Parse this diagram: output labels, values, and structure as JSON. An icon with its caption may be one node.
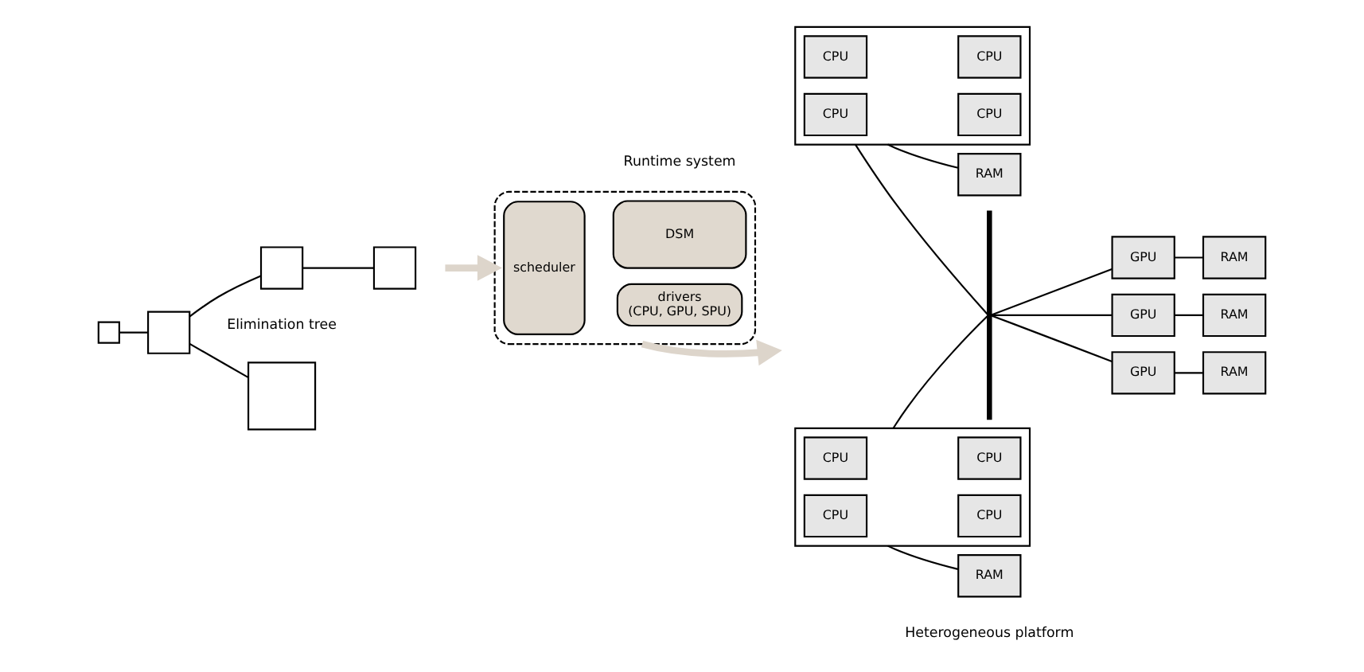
{
  "diagram": {
    "nodes": [
      {
        "text": [],
        "shape": "box"
      },
      {
        "text": [],
        "shape": "box"
      },
      {
        "text": [],
        "shape": "box"
      },
      {
        "text": [],
        "shape": "box"
      },
      {
        "text": [],
        "shape": "box"
      },
      {
        "text": [],
        "shape": "box"
      },
      {
        "text": [
          "scheduler"
        ],
        "in": 5
      },
      {
        "text": [
          "drivers",
          "(CPU, GPU, SPU)"
        ],
        "in": 5
      },
      {
        "text": [
          "DSM"
        ],
        "in": 5
      },
      {
        "text": [],
        "shape": "box"
      },
      {
        "text": [
          "CPU"
        ],
        "in": 9
      },
      {
        "text": [
          "CPU"
        ],
        "in": 9
      },
      {
        "text": [
          "CPU"
        ],
        "in": 9
      },
      {
        "text": [
          "CPU"
        ],
        "in": 9
      },
      {
        "text": [
          "RAM"
        ]
      },
      {
        "text": [],
        "shape": "box"
      },
      {
        "text": [
          "CPU"
        ],
        "in": 15
      },
      {
        "text": [
          "CPU"
        ],
        "in": 15
      },
      {
        "text": [
          "CPU"
        ],
        "in": 15
      },
      {
        "text": [
          "CPU"
        ],
        "in": 15
      },
      {
        "text": [
          "RAM"
        ]
      },
      {
        "text": [],
        "shape": "bar"
      },
      {
        "text": [
          "GPU"
        ]
      },
      {
        "text": [
          "RAM"
        ]
      },
      {
        "text": [
          "GPU"
        ]
      },
      {
        "text": [
          "RAM"
        ]
      },
      {
        "text": [
          "GPU"
        ]
      },
      {
        "text": [
          "RAM"
        ]
      }
    ],
    "edges": [
      {
        "from": 0,
        "to": 1,
        "arrow": "none"
      },
      {
        "from": 1,
        "to": 2,
        "arrow": "none"
      },
      {
        "from": 1,
        "to": 3,
        "arrow": "none"
      },
      {
        "from": 3,
        "to": 4,
        "arrow": "none"
      },
      {
        "from": 5,
        "to": null,
        "arrow": "to",
        "style": "thick",
        "color": "#ddd5cb"
      },
      {
        "from": null,
        "to": 5,
        "arrow": "to",
        "style": "thick",
        "color": "#ddd5cb"
      },
      {
        "from": 9,
        "to": 14,
        "arrow": "none"
      },
      {
        "from": 9,
        "to": 21,
        "arrow": "none"
      },
      {
        "from": 15,
        "to": 21,
        "arrow": "none"
      },
      {
        "from": 15,
        "to": 20,
        "arrow": "none"
      },
      {
        "from": 21,
        "to": 22,
        "arrow": "none"
      },
      {
        "from": 22,
        "to": 23,
        "arrow": "none"
      },
      {
        "from": 21,
        "to": 24,
        "arrow": "none"
      },
      {
        "from": 24,
        "to": 25,
        "arrow": "none"
      },
      {
        "from": 21,
        "to": 26,
        "arrow": "none"
      },
      {
        "from": 26,
        "to": 27,
        "arrow": "none"
      }
    ],
    "labels": [
      "Elimination tree",
      "Runtime system",
      "Heterogeneous platform"
    ]
  }
}
